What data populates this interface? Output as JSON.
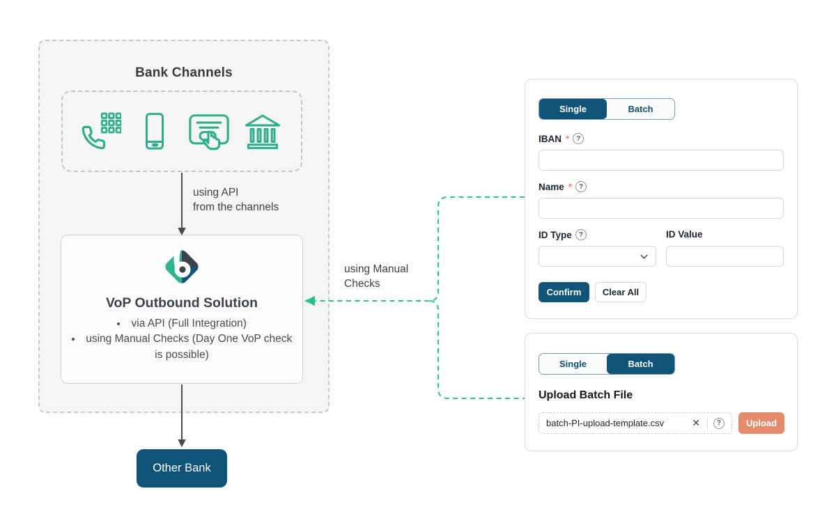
{
  "colors": {
    "brand_blue": "#0F5478",
    "icon_green": "#2FAE89",
    "connector_green": "#2EBE96",
    "salmon": "#E68C6D",
    "arrow_gray": "#4A4A4A"
  },
  "icons": {
    "help": "?",
    "close": "✕"
  },
  "diagram": {
    "container_title": "Bank Channels",
    "channel_icons": [
      "phone-keypad-icon",
      "smartphone-icon",
      "online-banking-icon",
      "bank-building-icon"
    ],
    "api_label_line1": "using API",
    "api_label_line2": "from the channels",
    "manual_label_line1": "using Manual",
    "manual_label_line2": "Checks",
    "vop": {
      "title": "VoP Outbound Solution",
      "bullet1": "via API (Full Integration)",
      "bullet2": "using Manual Checks (Day One VoP check is possible)"
    },
    "other_bank": "Other Bank"
  },
  "single_panel": {
    "tab_single": "Single",
    "tab_batch": "Batch",
    "iban_label": "IBAN",
    "iban_required": "*",
    "iban_value": "",
    "name_label": "Name",
    "name_required": "*",
    "name_value": "",
    "id_type_label": "ID Type",
    "id_type_value": "",
    "id_value_label": "ID Value",
    "id_value_value": "",
    "confirm": "Confirm",
    "clear_all": "Clear All"
  },
  "batch_panel": {
    "tab_single": "Single",
    "tab_batch": "Batch",
    "heading": "Upload Batch File",
    "file_name": "batch-PI-upload-template.csv",
    "upload": "Upload"
  }
}
